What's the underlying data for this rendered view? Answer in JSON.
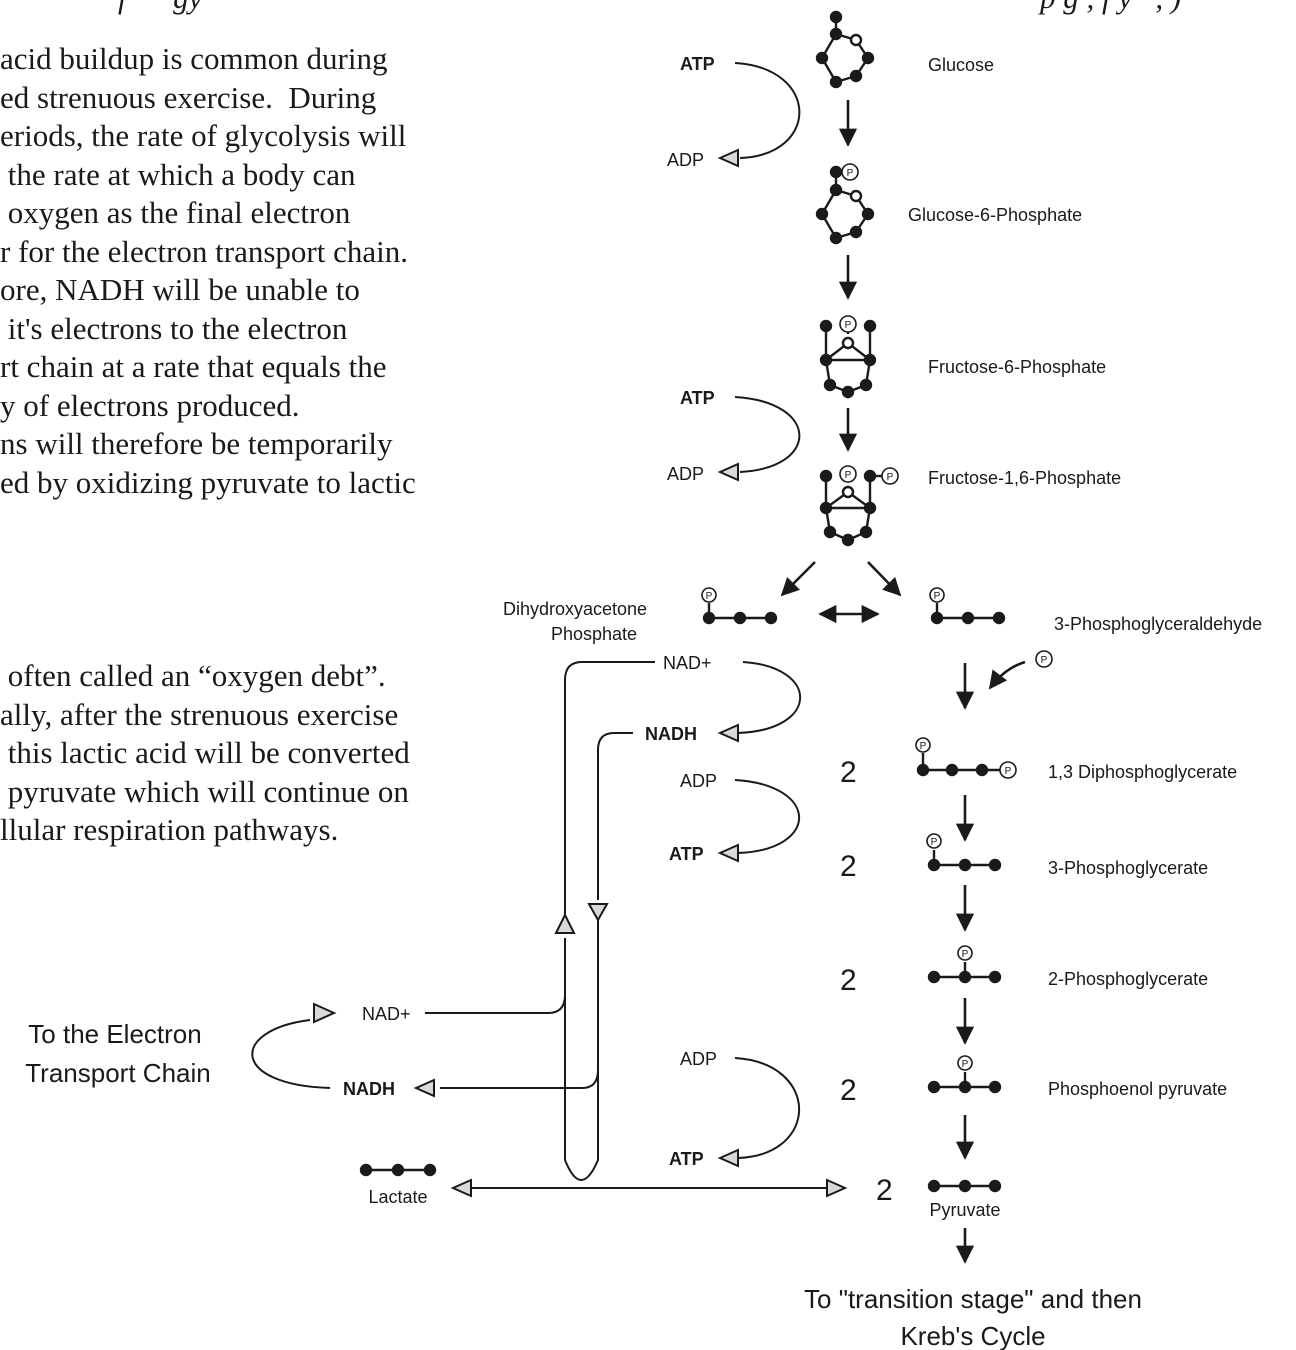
{
  "header": {
    "left": "f      gy",
    "right": "p g , f y   , )"
  },
  "paragraph1": [
    "acid buildup is common during",
    "ed strenuous exercise.  During",
    "eriods, the rate of glycolysis will",
    " the rate at which a body can",
    " oxygen as the final electron",
    "r for the electron transport chain.",
    "ore, NADH will be unable to",
    " it's electrons to the electron",
    "rt chain at a rate that equals the",
    "y of electrons produced.",
    "ns will therefore be temporarily",
    "ed by oxidizing pyruvate to lactic"
  ],
  "paragraph2": [
    " often called an “oxygen debt”.",
    "ally, after the strenuous exercise",
    " this lactic acid will be converted",
    " pyruvate which will continue on",
    "llular respiration pathways."
  ],
  "compounds": {
    "glucose": "Glucose",
    "g6p": "Glucose-6-Phosphate",
    "f6p": "Fructose-6-Phosphate",
    "f16p": "Fructose-1,6-Phosphate",
    "dhap_line1": "Dihydroxyacetone",
    "dhap_line2": "Phosphate",
    "g3p": "3-Phosphoglyceraldehyde",
    "bpg": "1,3 Diphosphoglycerate",
    "pg3": "3-Phosphoglycerate",
    "pg2": "2-Phosphoglycerate",
    "pep": "Phosphoenol pyruvate",
    "pyruvate": "Pyruvate",
    "lactate": "Lactate"
  },
  "cofactors": {
    "atp": "ATP",
    "adp": "ADP",
    "nad": "NAD+",
    "nadh": "NADH",
    "phosphate_symbol": "P"
  },
  "multiplier": "2",
  "etc_label": [
    "To the Electron",
    "Transport Chain"
  ],
  "bottom_label": [
    "To \"transition stage\" and then",
    "Kreb's Cycle"
  ]
}
